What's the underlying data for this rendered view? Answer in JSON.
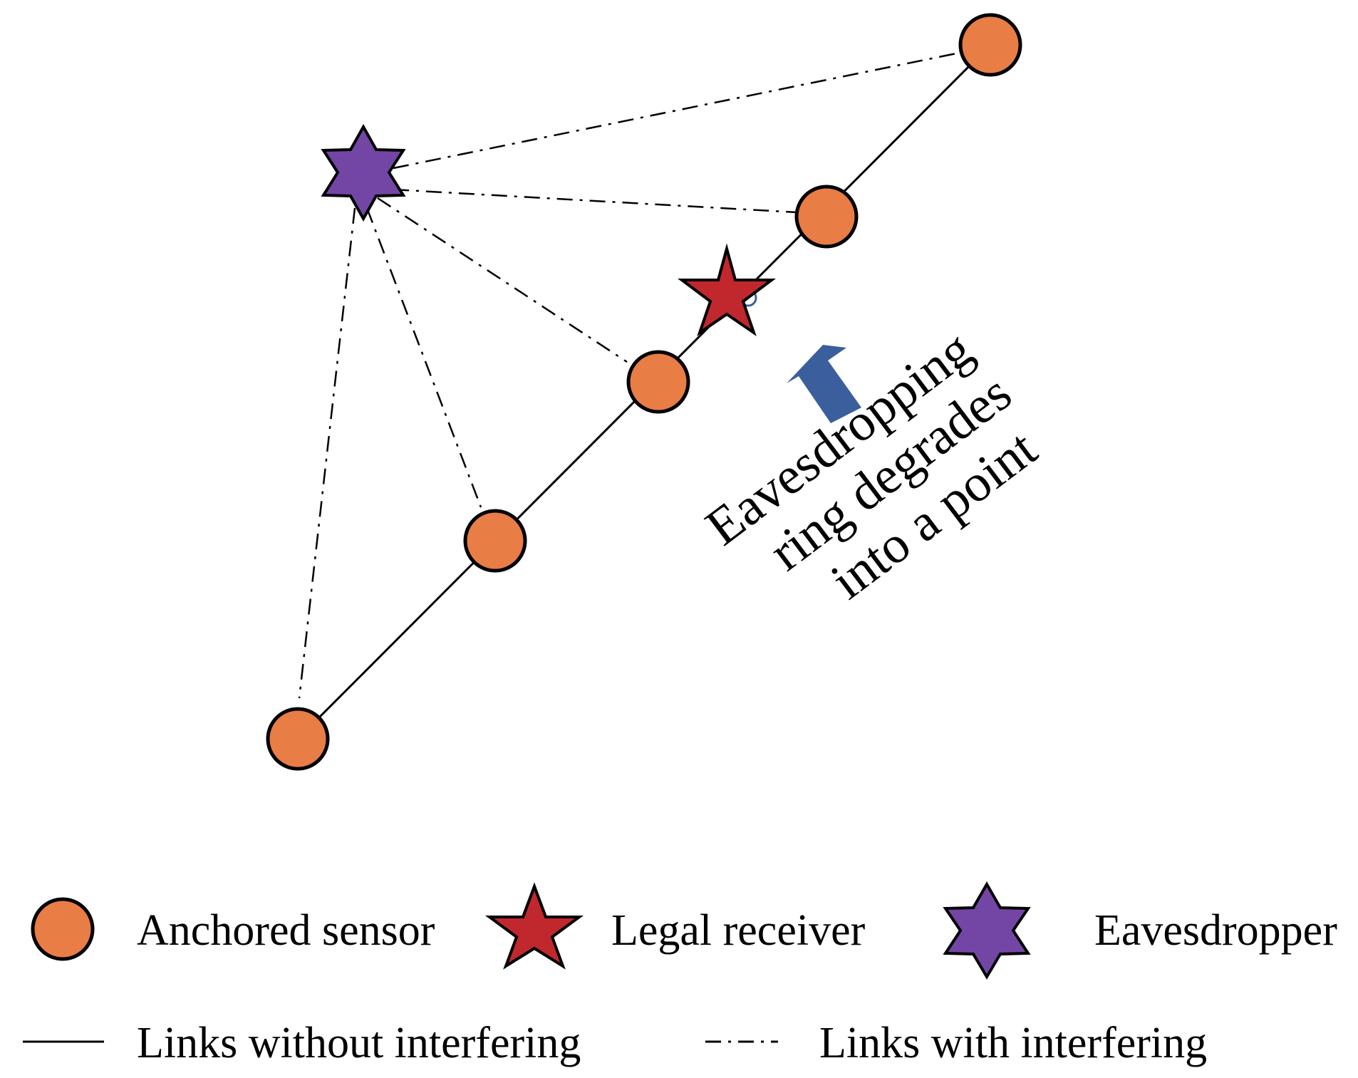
{
  "annotation": {
    "lines": [
      "Eavesdropping",
      "ring degrades",
      "into a point"
    ]
  },
  "legend": {
    "anchored_sensor": "Anchored sensor",
    "legal_receiver": "Legal receiver",
    "eavesdropper": "Eavesdropper",
    "links_without_interfering": "Links without interfering",
    "links_with_interfering": "Links with interfering"
  },
  "colors": {
    "sensor_fill": "#E87D45",
    "receiver_fill": "#C0282E",
    "eavesdropper_fill": "#7346A5",
    "arrow_fill": "#3A5F9C",
    "stroke": "#000000"
  },
  "icons": {
    "sensor": "circle",
    "legal_receiver": "five-point-star",
    "eavesdropper": "six-point-star",
    "pointer": "thick-arrow"
  }
}
